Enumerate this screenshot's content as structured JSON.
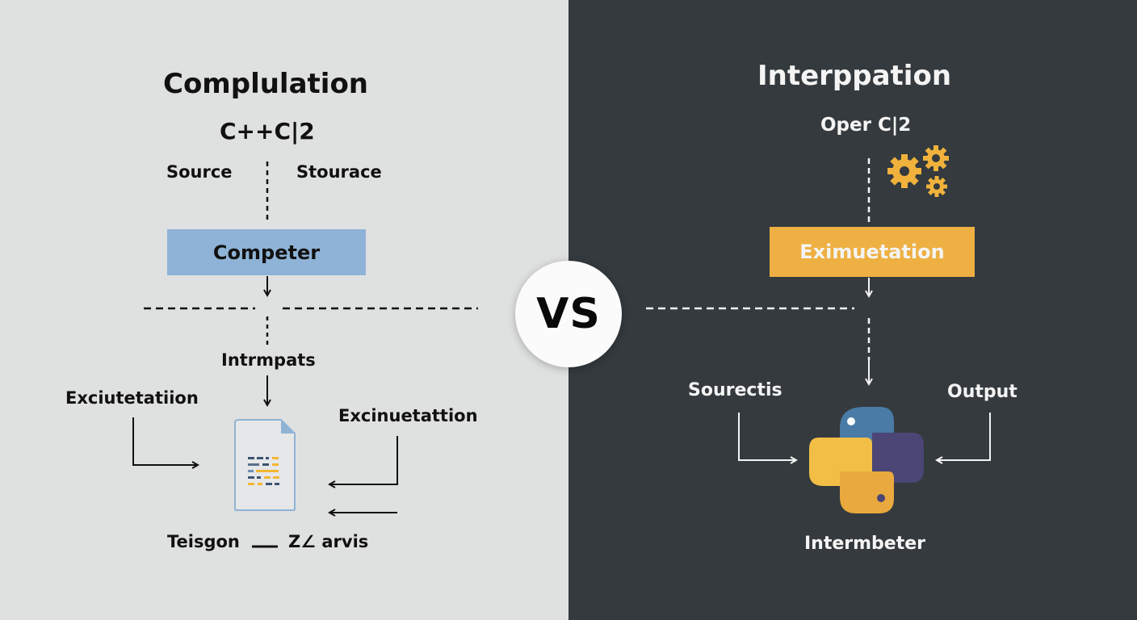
{
  "compilation": {
    "title": "Complulation",
    "language": "C++C|2",
    "source_left": "Source",
    "source_right": "Stourace",
    "process_box": "Competer",
    "inputs_label": "Intrmpats",
    "exec_left": "Exciutetatiion",
    "exec_right": "Excinuetattion",
    "footer_left": "Teisgon",
    "footer_dash": "—",
    "footer_right": "Z∠ arvis",
    "box_color": "#8eb3d6"
  },
  "vs_label": "VS",
  "interpretation": {
    "title": "Interppation",
    "language": "Oper C|2",
    "process_box": "Eximuetation",
    "source_label": "Sourectis",
    "output_label": "Output",
    "interpreter_label": "Intermbeter",
    "box_color": "#eeb042"
  }
}
